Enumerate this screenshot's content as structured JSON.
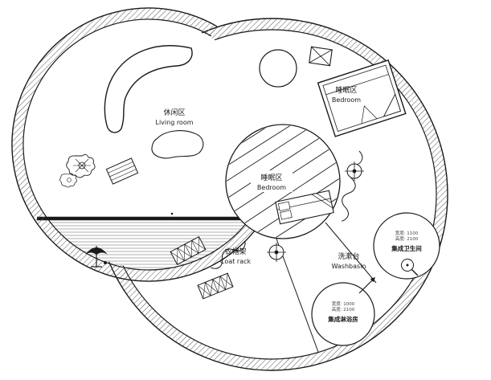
{
  "plan": {
    "living": {
      "zh": "休闲区",
      "en": "Living room"
    },
    "bedroom_upper": {
      "zh": "睡眠区",
      "en": "Bedroom"
    },
    "bedroom_center": {
      "zh": "睡眠区",
      "en": "Bedroom"
    },
    "coat_rack": {
      "zh": "衣帽架",
      "en": "Coat rack"
    },
    "washbasin": {
      "zh": "洗漱台",
      "en": "Washbasin"
    },
    "bathroom": {
      "spec1": "宽度: 1100",
      "spec2": "高度: 2100",
      "name": "集成卫生间"
    },
    "shower": {
      "spec1": "宽度: 1000",
      "spec2": "高度: 2100",
      "name": "集成淋浴房"
    }
  },
  "colors": {
    "line": "#1a1a1a",
    "hatch": "#555555",
    "stripe": "#9a9a9a",
    "background": "#ffffff"
  }
}
